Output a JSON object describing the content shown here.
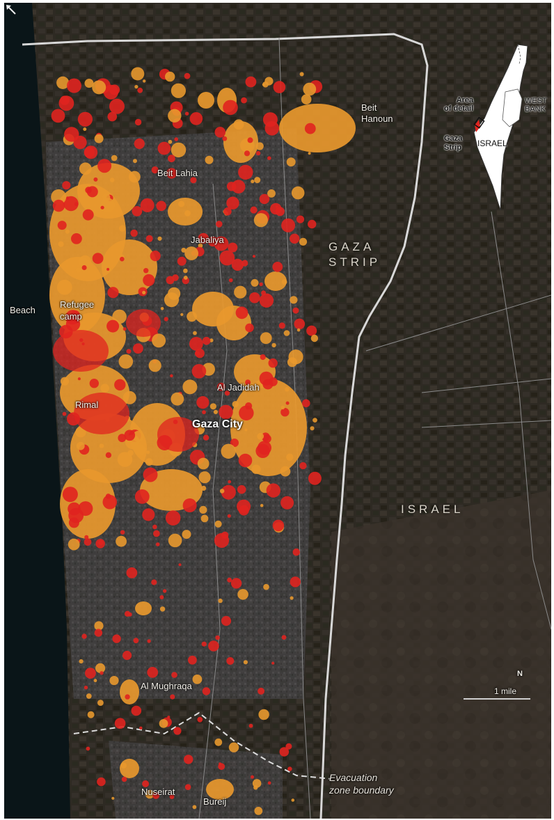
{
  "labels": {
    "beit_hanoun": "Beit\nHanoun",
    "beit_lahia": "Beit Lahia",
    "jabaliya": "Jabaliya",
    "gaza_strip": "GAZA\nSTRIP",
    "refugee_camp": "Refugee\ncamp",
    "beach_prefix": "Beach",
    "al_jadidah": "Al Jadidah",
    "rimal": "Rimal",
    "gaza_city": "Gaza City",
    "israel_main": "ISRAEL",
    "nuseirat": "Nuseirat",
    "bureij": "Bureij",
    "al_mughraqa": "Al Mughraqa",
    "evacuation": "Evacuation\nzone boundary"
  },
  "inset": {
    "area_of_detail": "Area\nof detail",
    "gaza_strip": "Gaza\nStrip",
    "israel": "ISRAEL",
    "west_bank": "WEST\nBANK"
  },
  "scale": {
    "label": "1 mile"
  },
  "north": {
    "label": "N"
  },
  "colors": {
    "damage_moderate": "#e8982e",
    "damage_severe": "#e0241f",
    "sea": "#0a1518",
    "land": "#2f2a24",
    "urban": "#5a5a5f",
    "road": "#dddddd"
  }
}
